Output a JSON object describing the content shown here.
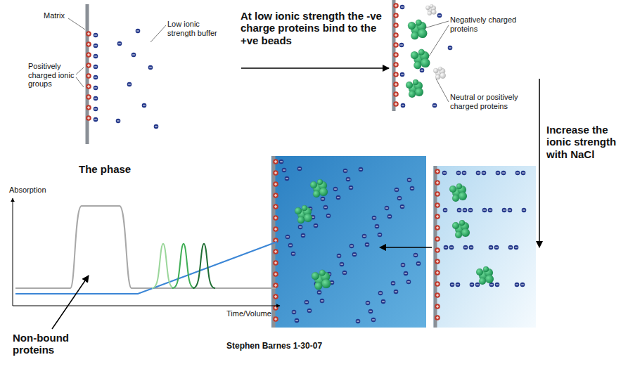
{
  "diagram": {
    "labels": [
      "Matrix",
      "Low ionic strength buffer",
      "Positively charged ionic groups",
      "The phase",
      "At low ionic strength the -ve charge proteins bind to the +ve beads",
      "Negatively charged proteins",
      "Neutral or positively charged proteins",
      "Increase the ionic strength with NaCl",
      "Absorption",
      "Time/Volume",
      "Non-bound proteins",
      "Stephen Barnes 1-30-07"
    ]
  }
}
